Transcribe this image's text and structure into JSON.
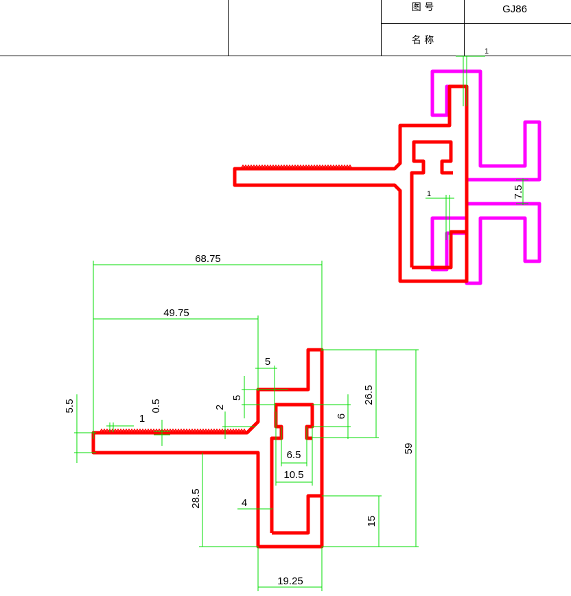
{
  "title_block": {
    "drawing_no_label": "图 号",
    "drawing_no_value": "GJ86",
    "name_label": "名 称",
    "name_value": ""
  },
  "top_view": {
    "dims": {
      "d1_top": "1",
      "d1_mid": "1",
      "d75": "7.5"
    }
  },
  "main_view": {
    "dims": {
      "d6875": "68.75",
      "d4975": "49.75",
      "d5_top": "5",
      "d5_side": "5",
      "d265": "26.5",
      "d59": "59",
      "d2": "2",
      "d55": "5.5",
      "d1": "1",
      "d05": "0.5",
      "d6": "6",
      "d65": "6.5",
      "d105": "10.5",
      "d285": "28.5",
      "d4": "4",
      "d15": "15",
      "d1925": "19.25"
    }
  },
  "colors": {
    "profile": "#ff0000",
    "mating_profile": "#ff00ff",
    "dimension": "#00dd00"
  }
}
